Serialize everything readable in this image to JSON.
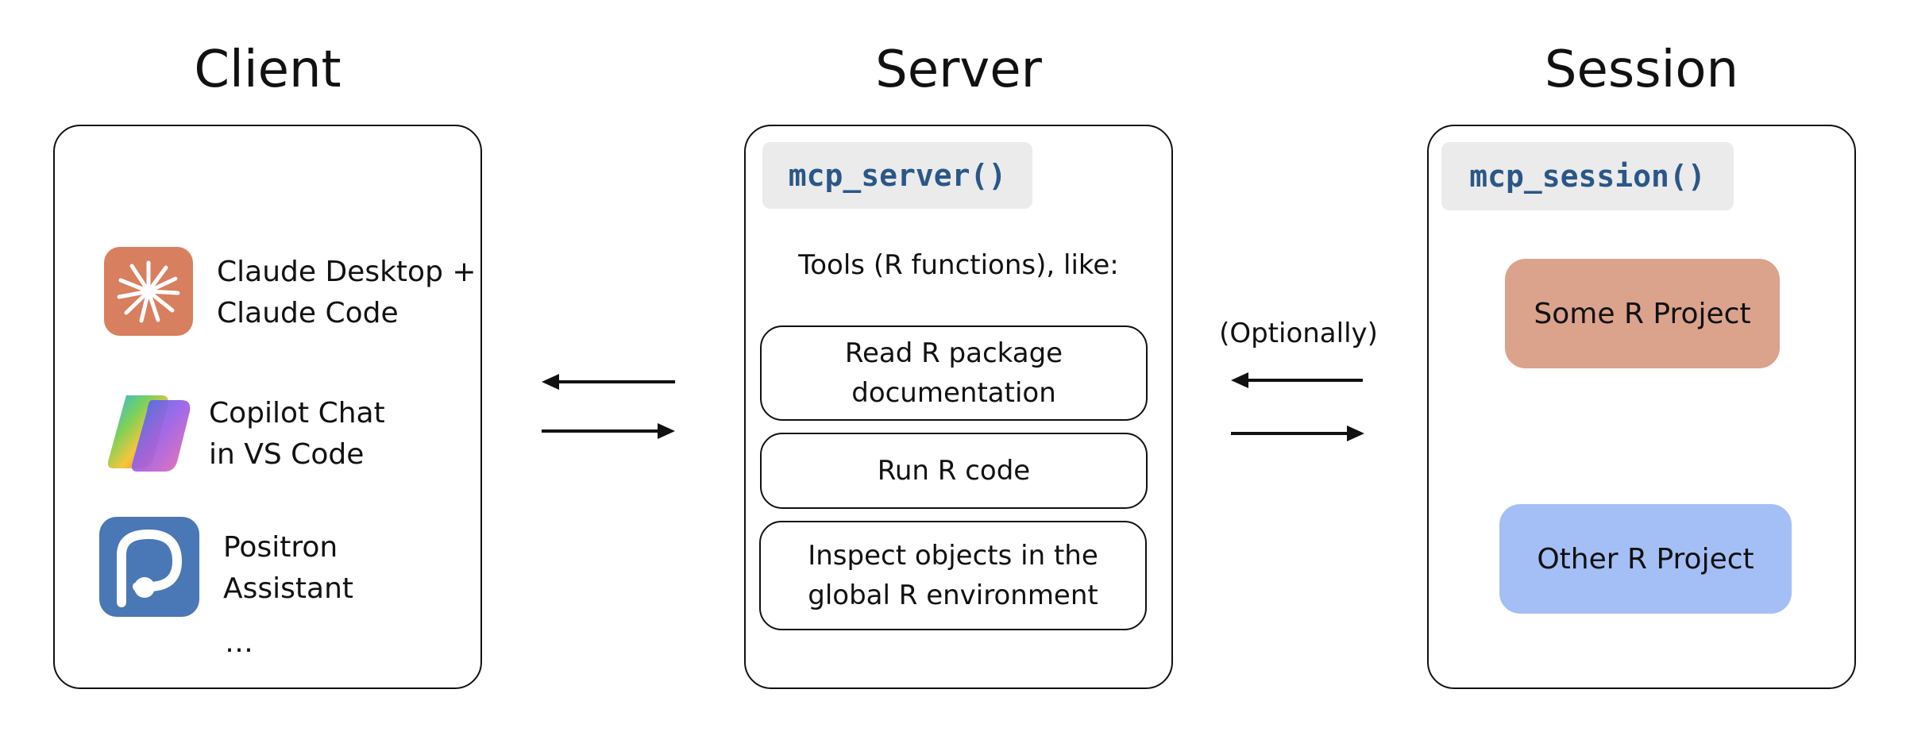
{
  "columns": {
    "client": {
      "title": "Client"
    },
    "server": {
      "title": "Server"
    },
    "session": {
      "title": "Session"
    }
  },
  "client": {
    "items": [
      {
        "line1": "Claude Desktop +",
        "line2": "Claude Code",
        "icon": "claude-icon"
      },
      {
        "line1": "Copilot Chat",
        "line2": "in VS Code",
        "icon": "copilot-icon"
      },
      {
        "line1": "Positron",
        "line2": "Assistant",
        "icon": "positron-icon"
      }
    ],
    "more": "…"
  },
  "server": {
    "function": "mcp_server()",
    "tools_intro": "Tools (R functions), like:",
    "tools": [
      {
        "line1": "Read R package",
        "line2": "documentation"
      },
      {
        "line1": "Run R code",
        "line2": ""
      },
      {
        "line1": "Inspect objects in the",
        "line2": "global R environment"
      }
    ]
  },
  "session": {
    "function": "mcp_session()",
    "projects": [
      {
        "label": "Some R Project",
        "color": "#dba28c"
      },
      {
        "label": "Other R Project",
        "color": "#a4bff6"
      }
    ]
  },
  "connector": {
    "optional_label": "(Optionally)"
  },
  "colors": {
    "code_text": "#2a5788",
    "code_bg": "#ebebeb",
    "claude_orange": "#d77f5f",
    "positron_blue": "#4a77b5"
  }
}
